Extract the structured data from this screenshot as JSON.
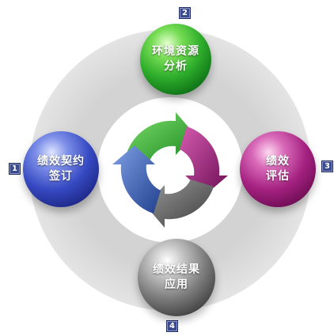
{
  "diagram": {
    "nodes": [
      {
        "id": "node-1",
        "number": "1",
        "lines": [
          "绩效契约",
          "签订"
        ],
        "color": "#3649c2"
      },
      {
        "id": "node-2",
        "number": "2",
        "lines": [
          "环境资源",
          "分析"
        ],
        "color": "#2fae2c"
      },
      {
        "id": "node-3",
        "number": "3",
        "lines": [
          "绩效",
          "评估"
        ],
        "color": "#a42180"
      },
      {
        "id": "node-4",
        "number": "4",
        "lines": [
          "绩效结果",
          "应用"
        ],
        "color": "#7c7c7c"
      }
    ],
    "cycle_arrows": [
      {
        "name": "green-arrow",
        "color": "#35b83a"
      },
      {
        "name": "purple-arrow",
        "color": "#a0237e"
      },
      {
        "name": "gray-arrow",
        "color": "#6f6f6f"
      },
      {
        "name": "blue-arrow",
        "color": "#3e63b8"
      }
    ],
    "ring_color": "#d9d9d9"
  }
}
